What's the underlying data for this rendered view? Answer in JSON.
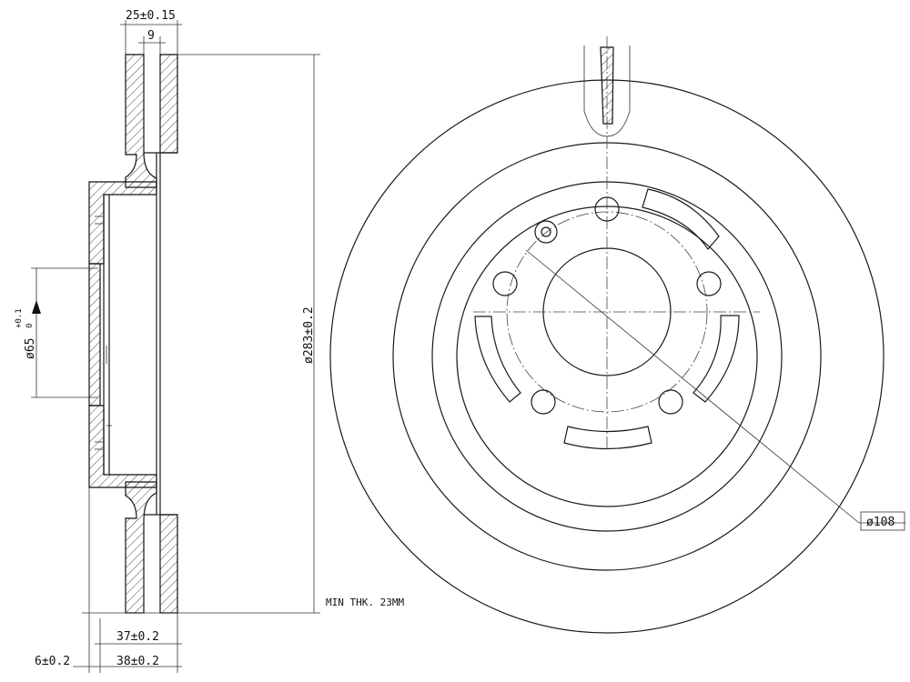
{
  "drawing": {
    "dimensions": {
      "top_overall": "25±0.15",
      "top_inner": "9",
      "bore_diameter": "ø65",
      "bore_tolerance_upper": "+0.1",
      "bore_tolerance_lower": "0",
      "outer_diameter": "ø283±0.2",
      "min_thickness": "MIN THK. 23MM",
      "height_37": "37±0.2",
      "height_38": "38±0.2",
      "offset_6": "6±0.2",
      "pcd": "ø108"
    },
    "colors": {
      "line": "#1a1a1a",
      "background": "#ffffff"
    }
  }
}
